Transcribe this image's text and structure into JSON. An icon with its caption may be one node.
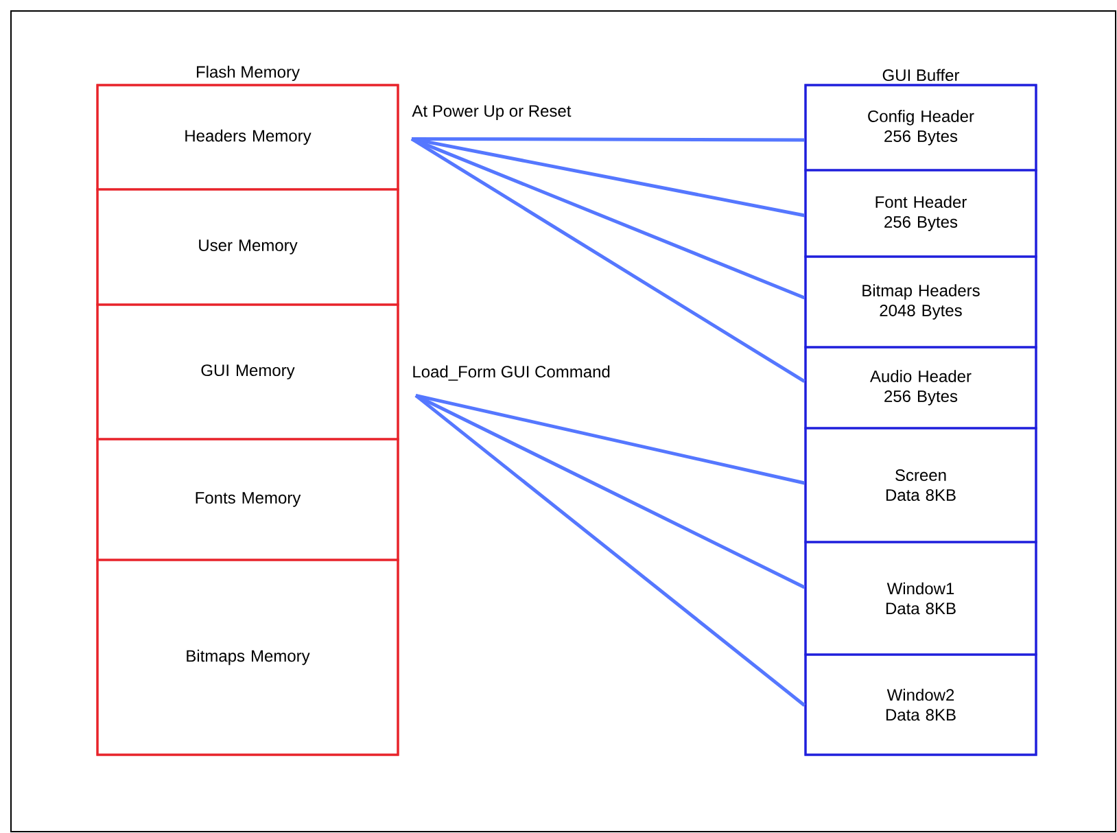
{
  "diagram": {
    "nodes": [
      {
        "text": [
          "Flash Memory"
        ]
      },
      {
        "text": [
          "Headers Memory"
        ],
        "in": 0
      },
      {
        "text": [
          "User Memory"
        ],
        "in": 0
      },
      {
        "text": [
          "GUI Memory"
        ],
        "in": 0
      },
      {
        "text": [
          "Fonts Memory"
        ],
        "in": 0
      },
      {
        "text": [
          "Bitmaps Memory"
        ],
        "in": 0
      },
      {
        "text": [
          "GUI Buffer"
        ]
      },
      {
        "text": [
          "Config Header 256 Bytes"
        ],
        "in": 6
      },
      {
        "text": [
          "Font Header 256 Bytes"
        ],
        "in": 6
      },
      {
        "text": [
          "Bitmap Headers 2048 Bytes"
        ],
        "in": 6
      },
      {
        "text": [
          "Audio Header 256 Bytes"
        ],
        "in": 6
      },
      {
        "text": [
          "Screen Data 8KB"
        ],
        "in": 6
      },
      {
        "text": [
          "Window1 Data 8KB"
        ],
        "in": 6
      },
      {
        "text": [
          "Window2 Data 8KB"
        ],
        "in": 6
      },
      {
        "text": [
          "At Power Up or Reset"
        ]
      },
      {
        "text": [
          "Load_Form GUI Command"
        ]
      }
    ],
    "edges": [
      {
        "from": 14,
        "to": 7,
        "arrow": "none"
      },
      {
        "from": 14,
        "to": 8,
        "arrow": "none"
      },
      {
        "from": 14,
        "to": 9,
        "arrow": "none"
      },
      {
        "from": 14,
        "to": 10,
        "arrow": "none"
      },
      {
        "from": 15,
        "to": 11,
        "arrow": "none"
      },
      {
        "from": 15,
        "to": 12,
        "arrow": "none"
      },
      {
        "from": 15,
        "to": 13,
        "arrow": "none"
      }
    ]
  }
}
